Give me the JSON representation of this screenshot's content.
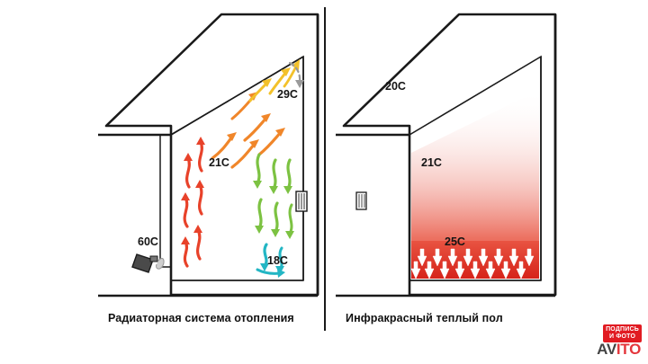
{
  "diagram": {
    "title_left": "Радиаторная система отопления",
    "title_right": "Инфракрасный теплый пол",
    "left_panel": {
      "temps": [
        {
          "id": "t-29c",
          "value": "29C"
        },
        {
          "id": "t-21c",
          "value": "21C"
        },
        {
          "id": "t-18c",
          "value": "18C"
        },
        {
          "id": "t-60c",
          "value": "60C"
        }
      ]
    },
    "right_panel": {
      "temps": [
        {
          "id": "t-20c",
          "value": "20C"
        },
        {
          "id": "t-21c",
          "value": "21C"
        },
        {
          "id": "t-25c",
          "value": "25C"
        }
      ]
    },
    "colors": {
      "outline": "#1a1a1a",
      "hot_red": "#e8422a",
      "orange": "#f0862a",
      "yellow": "#f3c12a",
      "green": "#7cc242",
      "teal": "#23b6c4",
      "gray_arrow": "#9a9a9a",
      "floor_red": "#e02b1d"
    }
  },
  "watermark": {
    "line1": "ПОДПИСЬ",
    "line2": "И ФОТО",
    "brand": "AV",
    "brand_suffix": "ITO"
  }
}
